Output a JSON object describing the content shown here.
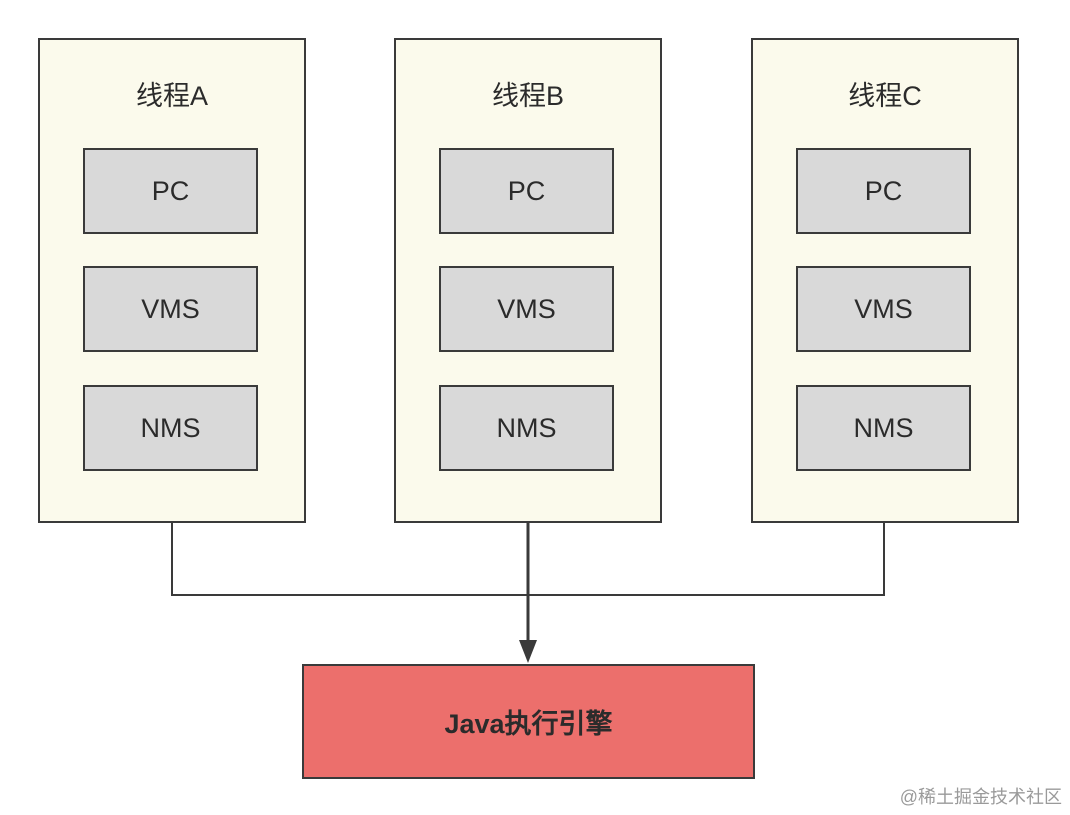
{
  "threads": [
    {
      "title": "线程A",
      "registers": [
        "PC",
        "VMS",
        "NMS"
      ]
    },
    {
      "title": "线程B",
      "registers": [
        "PC",
        "VMS",
        "NMS"
      ]
    },
    {
      "title": "线程C",
      "registers": [
        "PC",
        "VMS",
        "NMS"
      ]
    }
  ],
  "engine": {
    "label": "Java执行引擎"
  },
  "watermark": "@稀土掘金技术社区",
  "colors": {
    "thread_fill": "#fbfaec",
    "register_fill": "#d9d9d9",
    "engine_fill": "#ec6f6c",
    "stroke": "#3a3a3a"
  }
}
